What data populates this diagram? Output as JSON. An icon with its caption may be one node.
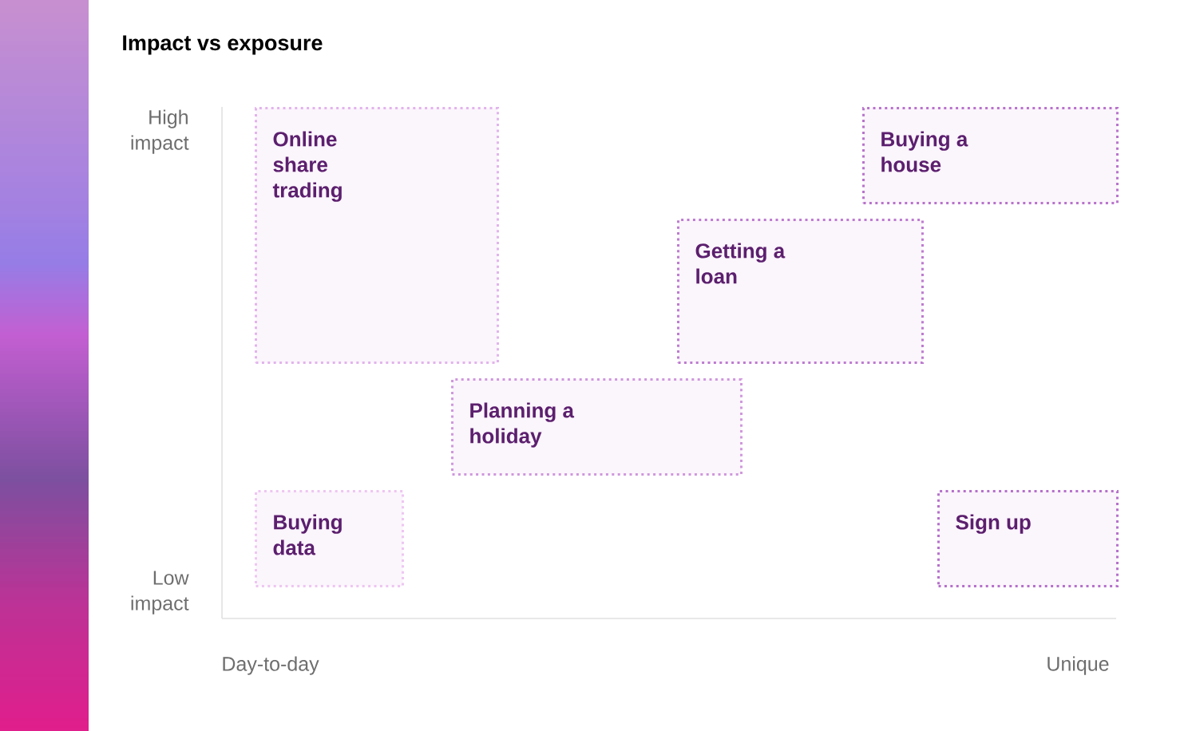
{
  "diagram": {
    "title": "Impact vs exposure",
    "nodes": [
      {
        "text": [
          "Online share trading"
        ]
      },
      {
        "text": [
          "Buying a house"
        ]
      },
      {
        "text": [
          "Getting a loan"
        ]
      },
      {
        "text": [
          "Planning a holiday"
        ]
      },
      {
        "text": [
          "Buying data"
        ]
      },
      {
        "text": [
          "Sign up"
        ]
      }
    ],
    "labels": [
      "High impact",
      "Low impact",
      "Day-to-day",
      "Unique"
    ]
  }
}
